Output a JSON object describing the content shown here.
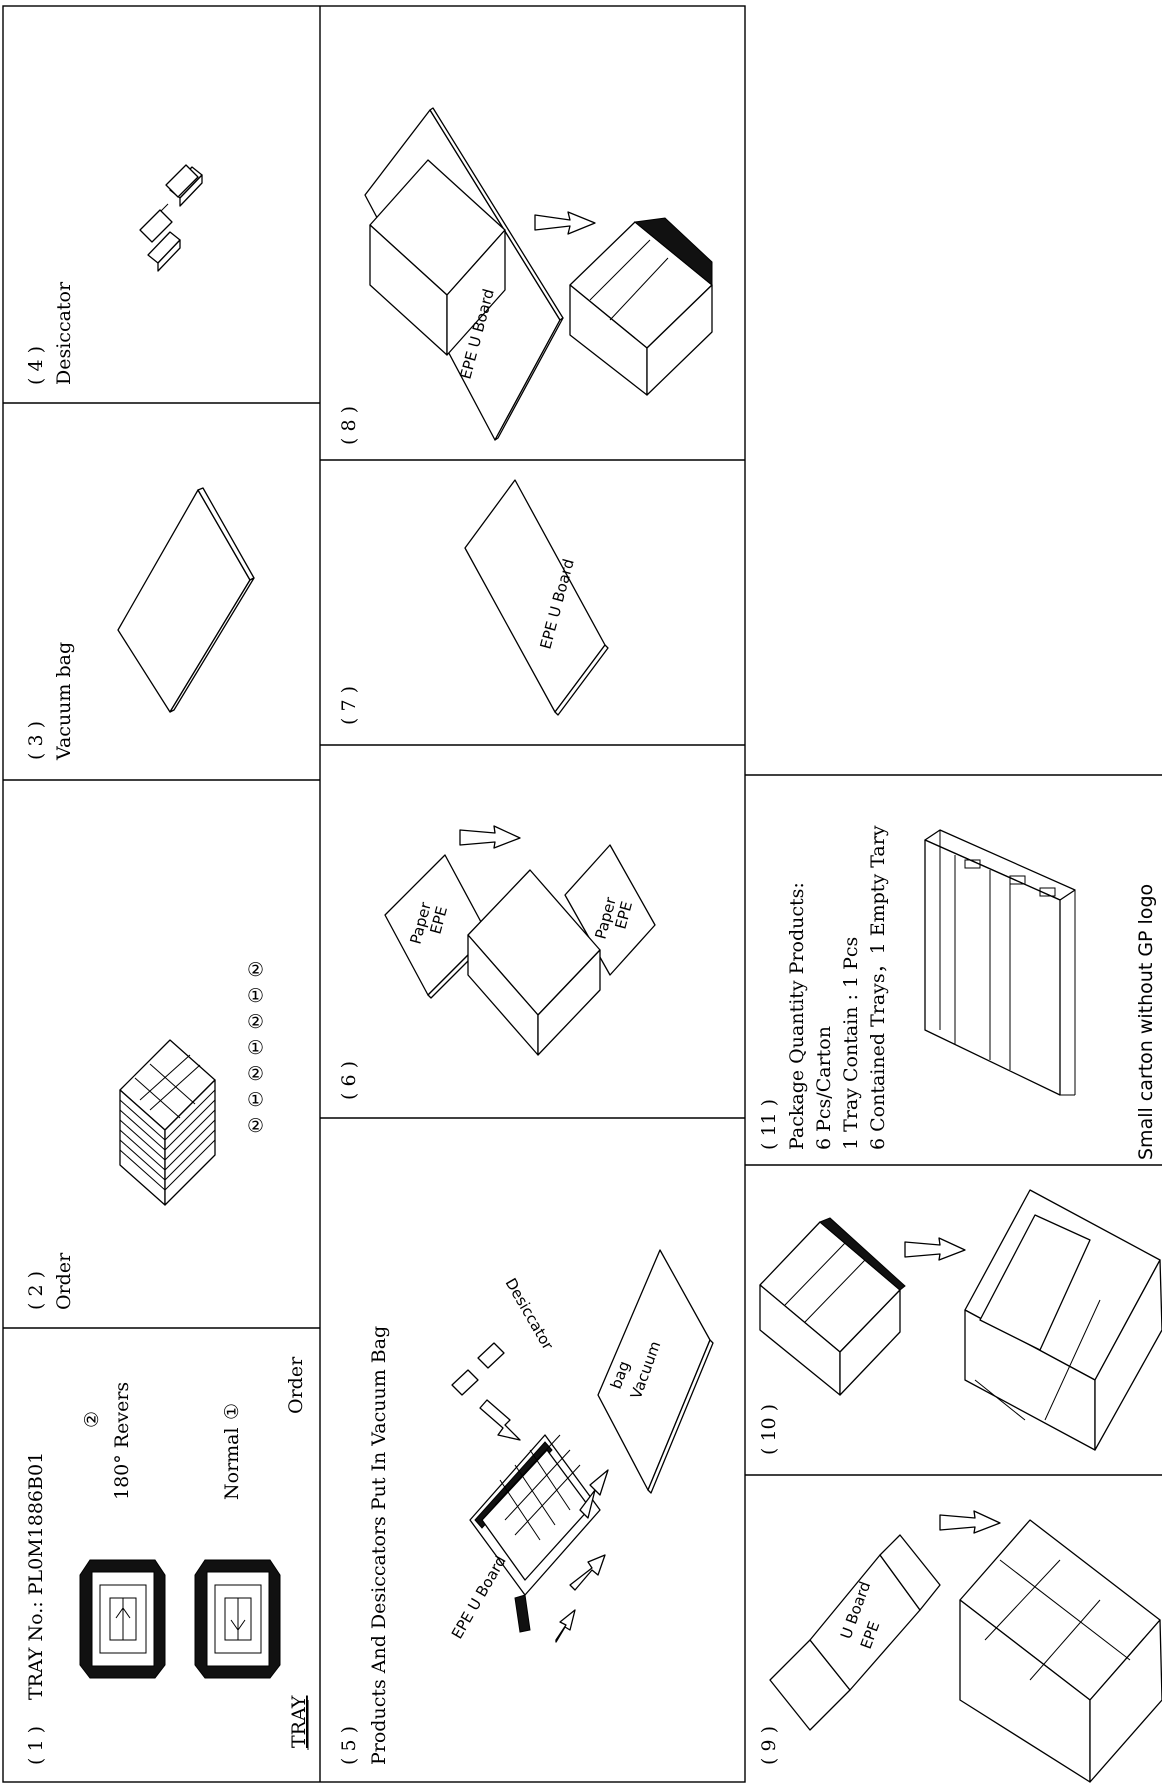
{
  "steps": {
    "s1": {
      "num": "( 1 )",
      "title": "TRAY No.: PL0M1886B01",
      "reverse_num": "②",
      "reverse_label": "180° Revers",
      "normal_label": "Normal",
      "normal_num": "①",
      "order_label": "Order",
      "tray_label": "TRAY"
    },
    "s2": {
      "num": "( 2 )",
      "title": "Order",
      "sequence": [
        "②",
        "①",
        "②",
        "①",
        "②",
        "①",
        "②"
      ]
    },
    "s3": {
      "num": "( 3 )",
      "title": "Vacuum bag"
    },
    "s4": {
      "num": "( 4 )",
      "title": "Desiccator"
    },
    "s5": {
      "num": "( 5 )",
      "title": "Products And Desiccators Put In Vacuum Bag",
      "board_label": "EPE U Board",
      "desiccator_label": "Desiccator",
      "vacuum_label_1": "Vacuum",
      "vacuum_label_2": "bag"
    },
    "s6": {
      "num": "( 6 )",
      "paper_label_1": "EPE",
      "paper_label_2": "Paper"
    },
    "s7": {
      "num": "( 7 )",
      "board_label": "EPE U Board"
    },
    "s8": {
      "num": "( 8 )",
      "board_label": "EPE U Board"
    },
    "s9": {
      "num": "( 9 )",
      "board_label_1": "EPE",
      "board_label_2": "U Board"
    },
    "s10": {
      "num": "( 10 )"
    },
    "s11": {
      "num": "( 11 )",
      "line1": "Package Quantity Products:",
      "line2": "6 Pcs/Carton",
      "line3": "1 Tray Contain : 1 Pcs",
      "line4": "6 Contained Trays，1 Empty Tary",
      "footer": "Small carton without GP logo"
    }
  }
}
